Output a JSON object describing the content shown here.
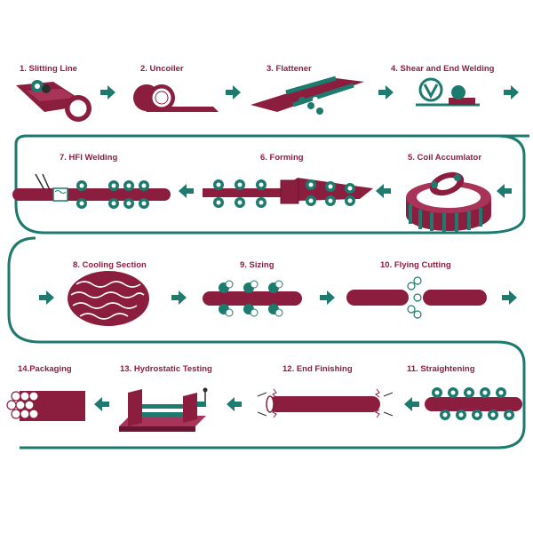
{
  "colors": {
    "crimson": "#8b1e3f",
    "teal": "#1d7a6e",
    "white": "#ffffff",
    "dark": "#2d2d2d"
  },
  "steps": [
    {
      "label": "1. Slitting Line",
      "icon": "slitting-line-icon"
    },
    {
      "label": "2. Uncoiler",
      "icon": "uncoiler-icon"
    },
    {
      "label": "3. Flattener",
      "icon": "flattener-icon"
    },
    {
      "label": "4. Shear and End Welding",
      "icon": "shear-end-welding-icon"
    },
    {
      "label": "5. Coil Accumlator",
      "icon": "coil-accumulator-icon"
    },
    {
      "label": "6. Forming",
      "icon": "forming-icon"
    },
    {
      "label": "7. HFI Welding",
      "icon": "hfi-welding-icon"
    },
    {
      "label": "8. Cooling Section",
      "icon": "cooling-section-icon"
    },
    {
      "label": "9. Sizing",
      "icon": "sizing-icon"
    },
    {
      "label": "10. Flying Cutting",
      "icon": "flying-cutting-icon"
    },
    {
      "label": "11. Straightening",
      "icon": "straightening-icon"
    },
    {
      "label": "12. End Finishing",
      "icon": "end-finishing-icon"
    },
    {
      "label": "13. Hydrostatic Testing",
      "icon": "hydrostatic-testing-icon"
    },
    {
      "label": "14.Packaging",
      "icon": "packaging-icon"
    }
  ],
  "arrow_icon": "arrow-icon",
  "connector_icon": "flow-connector-line"
}
